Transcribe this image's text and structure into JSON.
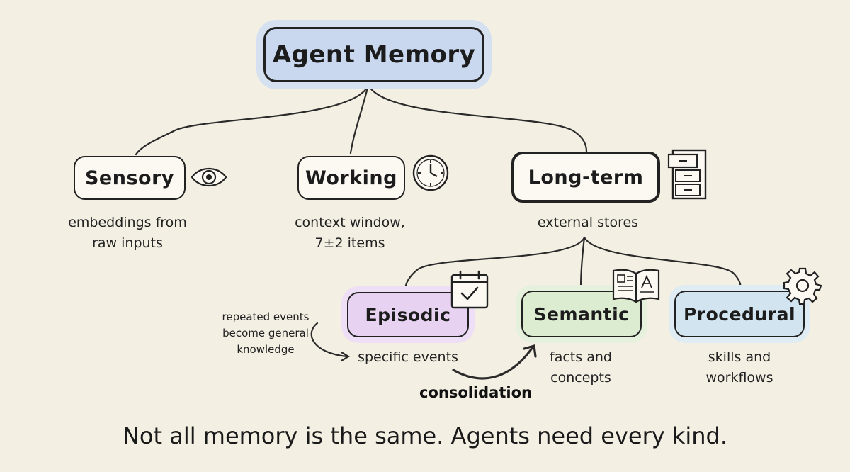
{
  "diagram": {
    "root": {
      "label": "Agent Memory"
    },
    "types": [
      {
        "id": "sensory",
        "label": "Sensory",
        "description": [
          "embeddings from",
          "raw inputs"
        ],
        "icon": "eye-icon"
      },
      {
        "id": "working",
        "label": "Working",
        "description": [
          "context window,",
          "7±2 items"
        ],
        "icon": "clock-icon"
      },
      {
        "id": "longterm",
        "label": "Long-term",
        "description": [
          "external stores"
        ],
        "icon": "filing-cabinet-icon"
      }
    ],
    "longterm_subtypes": [
      {
        "id": "episodic",
        "label": "Episodic",
        "description": [
          "specific events"
        ],
        "icon": "calendar-check-icon",
        "color": "#e7d3f1"
      },
      {
        "id": "semantic",
        "label": "Semantic",
        "description": [
          "facts and",
          "concepts"
        ],
        "icon": "open-book-icon",
        "color": "#dcecd0"
      },
      {
        "id": "procedural",
        "label": "Procedural",
        "description": [
          "skills and",
          "workflows"
        ],
        "icon": "gear-icon",
        "color": "#d2e4ef"
      }
    ],
    "annotation": {
      "lines": [
        "repeated events",
        "become general",
        "knowledge"
      ]
    },
    "consolidation_label": "consolidation",
    "footer": "Not all memory is the same. Agents need every kind.",
    "colors": {
      "background": "#f3efe3",
      "root": "#c9d8ef",
      "stroke": "#222222"
    }
  }
}
